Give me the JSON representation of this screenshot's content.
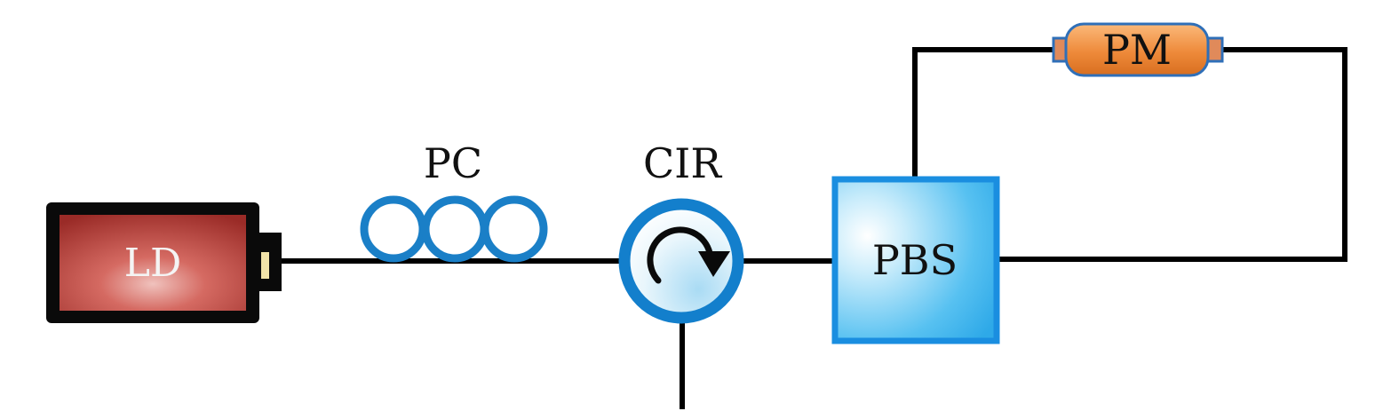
{
  "labels": {
    "laser_diode": "LD",
    "polarization_controller": "PC",
    "circulator": "CIR",
    "polarization_beam_splitter": "PBS",
    "phase_modulator": "PM"
  },
  "colors": {
    "fiber": "#000000",
    "ld_body": "#c0504d",
    "ld_frame": "#0a0a0a",
    "pc_loops": "#1a7fc7",
    "cir_ring": "#137fcc",
    "cir_fill": "#dff1fb",
    "pbs_border": "#1a8ee0",
    "pbs_fill": "#6cc8f2",
    "pm_body": "#ee8a3a",
    "pm_frame": "#2f6fb8"
  }
}
